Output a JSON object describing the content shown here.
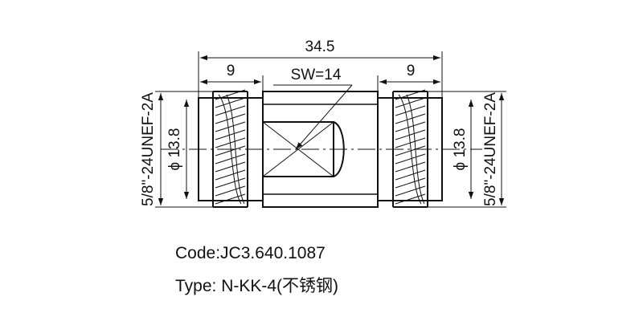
{
  "dimensions": {
    "overall_length": "34.5",
    "end_length_left": "9",
    "end_length_right": "9",
    "wrench_size": "SW=14",
    "diameter_left": "ϕ 13.8",
    "diameter_right": "ϕ 13.8",
    "thread_left": "5/8\"-24UNEF-2A",
    "thread_right": "5/8\"-24UNEF-2A"
  },
  "caption": {
    "code": "Code:JC3.640.1087",
    "type": "Type: N-KK-4(不锈钢)"
  }
}
